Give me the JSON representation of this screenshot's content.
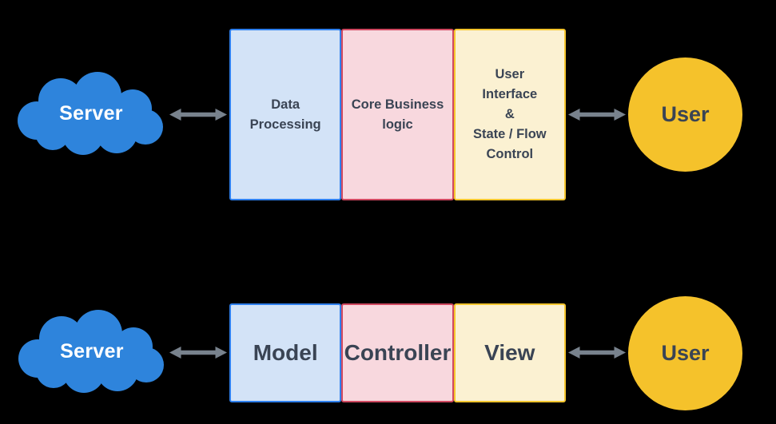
{
  "colors": {
    "background": "#000000",
    "cloud_blue": "#2e84dc",
    "arrow_gray": "#78828d",
    "user_gold": "#f5c22b",
    "label_navy": "#3a4454",
    "server_text": "#ffffff",
    "box_blue_fill": "#d3e3f7",
    "box_blue_border": "#2f80ed",
    "box_pink_fill": "#f8d8de",
    "box_pink_border": "#d04961",
    "box_yellow_fill": "#fbf1d2",
    "box_yellow_border": "#f6c62e"
  },
  "top": {
    "server": "Server",
    "user": "User",
    "boxes": [
      {
        "name": "data-processing",
        "lines": [
          "Data",
          "Processing"
        ]
      },
      {
        "name": "core-business-logic",
        "lines": [
          "Core Business",
          "logic"
        ]
      },
      {
        "name": "ui-state-flow",
        "lines": [
          "User",
          "Interface",
          "&",
          "State / Flow",
          "Control"
        ]
      }
    ]
  },
  "bottom": {
    "server": "Server",
    "user": "User",
    "boxes": [
      {
        "name": "model",
        "label": "Model"
      },
      {
        "name": "controller",
        "label": "Controller"
      },
      {
        "name": "view",
        "label": "View"
      }
    ]
  }
}
